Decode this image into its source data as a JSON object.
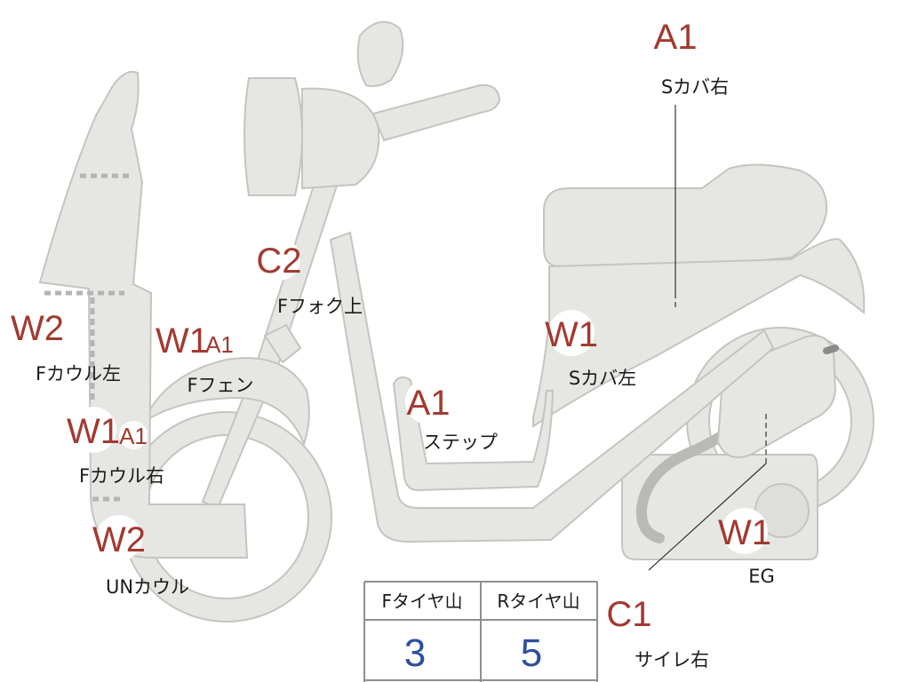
{
  "colors": {
    "part_fill": "#e6e6e3",
    "part_stroke": "#c4c4c1",
    "grade_text": "#a23a30",
    "tire_value_text": "#2d4f9e",
    "label_text": "#1a1a1a"
  },
  "markers": [
    {
      "id": "s-cover-right",
      "grades": [
        "A1"
      ],
      "label": "Sカバ右"
    },
    {
      "id": "f-fork-upper",
      "grades": [
        "C2"
      ],
      "label": "Fフォク上"
    },
    {
      "id": "f-cowl-left",
      "grades": [
        "W2"
      ],
      "label": "Fカウル左"
    },
    {
      "id": "f-fender",
      "grades": [
        "W1",
        "A1"
      ],
      "label": "Fフェン"
    },
    {
      "id": "s-cover-left",
      "grades": [
        "W1"
      ],
      "label": "Sカバ左"
    },
    {
      "id": "step",
      "grades": [
        "A1"
      ],
      "label": "ステップ"
    },
    {
      "id": "f-cowl-right",
      "grades": [
        "W1",
        "A1"
      ],
      "label": "Fカウル右"
    },
    {
      "id": "un-cowl",
      "grades": [
        "W2"
      ],
      "label": "UNカウル"
    },
    {
      "id": "engine",
      "grades": [
        "W1"
      ],
      "label": "EG"
    },
    {
      "id": "muffler-right",
      "grades": [
        "C1"
      ],
      "label": "サイレ右"
    }
  ],
  "tire_table": {
    "headers": [
      "Fタイヤ山",
      "Rタイヤ山"
    ],
    "values": [
      "3",
      "5"
    ]
  }
}
